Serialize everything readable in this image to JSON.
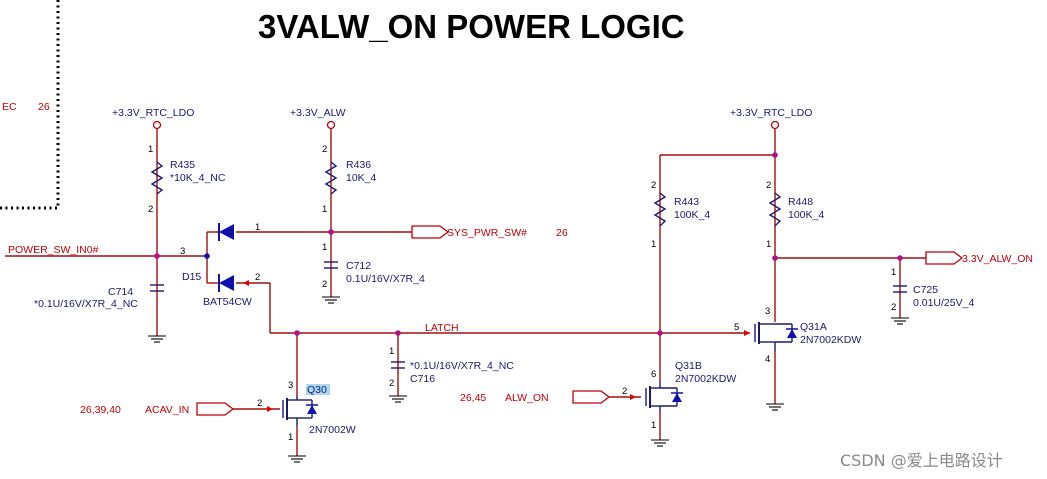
{
  "title": "3VALW_ON POWER LOGIC",
  "left_block": {
    "net_fragment": "EC",
    "sheet_ref": "26"
  },
  "rails": {
    "rtc_ldo_left": "+3.3V_RTC_LDO",
    "alw": "+3.3V_ALW",
    "rtc_ldo_right": "+3.3V_RTC_LDO"
  },
  "nets": {
    "power_sw_in0": "POWER_SW_IN0#",
    "sys_pwr_sw": "SYS_PWR_SW#",
    "sys_pwr_sw_ref": "26",
    "latch": "LATCH",
    "acav_in": "ACAV_IN",
    "acav_in_refs": "26,39,40",
    "alw_on": "ALW_ON",
    "alw_on_refs": "26,45",
    "out_3v3_alw_on": "3.3V_ALW_ON"
  },
  "components": {
    "r435": {
      "ref": "R435",
      "value": "*10K_4_NC"
    },
    "r436": {
      "ref": "R436",
      "value": "10K_4"
    },
    "r443": {
      "ref": "R443",
      "value": "100K_4"
    },
    "r448": {
      "ref": "R448",
      "value": "100K_4"
    },
    "c714": {
      "ref": "C714",
      "value": "*0.1U/16V/X7R_4_NC"
    },
    "c712": {
      "ref": "C712",
      "value": "0.1U/16V/X7R_4"
    },
    "c716": {
      "ref": "C716",
      "value": "*0.1U/16V/X7R_4_NC"
    },
    "c725": {
      "ref": "C725",
      "value": "0.01U/25V_4"
    },
    "d15": {
      "ref": "D15",
      "value": "BAT54CW"
    },
    "q30": {
      "ref": "Q30",
      "value": "2N7002W"
    },
    "q31a": {
      "ref": "Q31A",
      "value": "2N7002KDW"
    },
    "q31b": {
      "ref": "Q31B",
      "value": "2N7002KDW"
    }
  },
  "pins": {
    "one": "1",
    "two": "2",
    "three": "3",
    "four": "4",
    "five": "5",
    "six": "6"
  },
  "watermark": "CSDN @爱上电路设计"
}
